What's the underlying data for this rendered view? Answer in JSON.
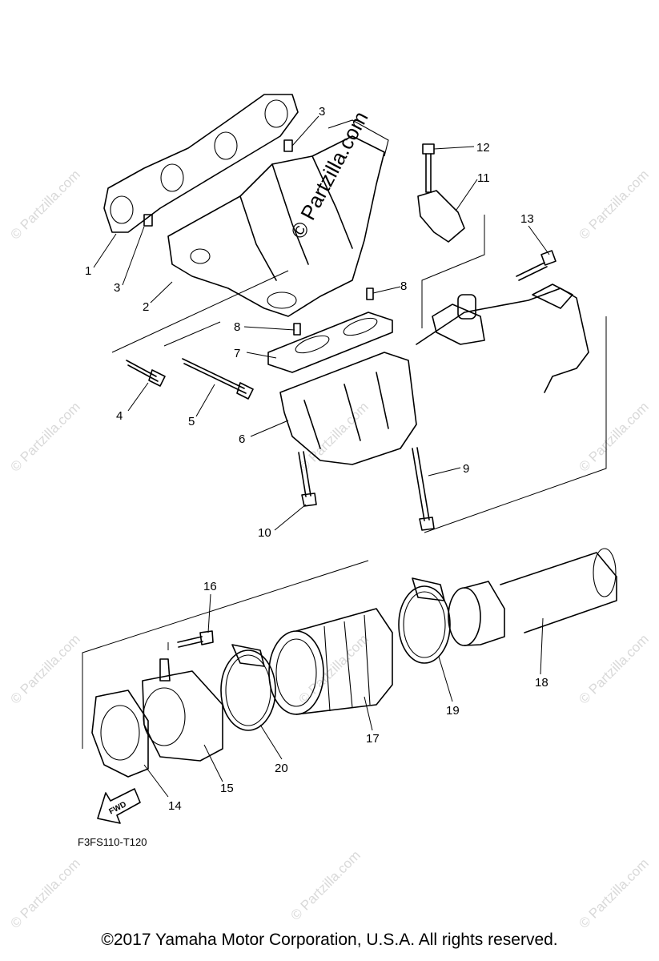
{
  "watermark": {
    "text": "© Partzilla.com"
  },
  "callouts": [
    {
      "number": "1"
    },
    {
      "number": "2"
    },
    {
      "number": "3"
    },
    {
      "number": "3"
    },
    {
      "number": "4"
    },
    {
      "number": "5"
    },
    {
      "number": "6"
    },
    {
      "number": "7"
    },
    {
      "number": "8"
    },
    {
      "number": "8"
    },
    {
      "number": "9"
    },
    {
      "number": "10"
    },
    {
      "number": "11"
    },
    {
      "number": "12"
    },
    {
      "number": "13"
    },
    {
      "number": "14"
    },
    {
      "number": "15"
    },
    {
      "number": "16"
    },
    {
      "number": "17"
    },
    {
      "number": "18"
    },
    {
      "number": "19"
    },
    {
      "number": "20"
    }
  ],
  "direction_arrow": {
    "label": "FWD"
  },
  "diagram_code": "F3FS110-T120",
  "copyright": "©2017  Yamaha Motor Corporation, U.S.A. All rights reserved."
}
